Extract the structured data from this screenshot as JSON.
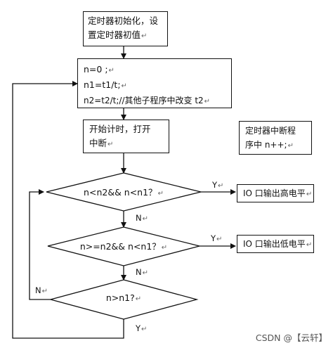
{
  "boxes": {
    "init": [
      "定时器初始化，设",
      "置定时器初值"
    ],
    "vars": [
      "n=0 ;",
      "n1=t1/t;",
      "n2=t2/t;//其他子程序中改变 t2"
    ],
    "start": [
      "开始计时，打开",
      "中断"
    ],
    "isr": [
      "定时器中断程",
      "序中  n++;"
    ],
    "high": "IO 口输出高电平",
    "low": "IO 口输出低电平"
  },
  "decisions": {
    "d1": "n<n2&& n<n1？",
    "d2": "n>=n2&& n<n1？",
    "d3": "n>n1?"
  },
  "labels": {
    "y1": "Y",
    "n1": "N",
    "y2": "Y",
    "n2": "N",
    "n3": "N",
    "y3": "Y"
  },
  "para_mark": "↵",
  "watermark": "CSDN @【云轩】"
}
